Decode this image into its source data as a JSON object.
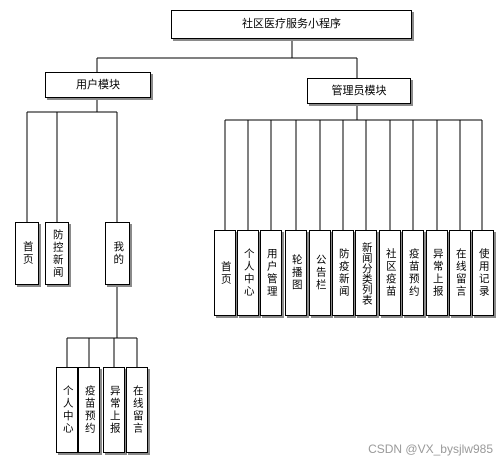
{
  "root": {
    "label": "社区医疗服务小程序"
  },
  "user_module": {
    "label": "用户模块",
    "children": [
      "首页",
      "防控新闻",
      "我的"
    ],
    "mine_children": [
      "个人中心",
      "疫苗预约",
      "异常上报",
      "在线留言"
    ]
  },
  "admin_module": {
    "label": "管理员模块",
    "children": [
      "首页",
      "个人中心",
      "用户管理",
      "轮播图",
      "公告栏",
      "防疫新闻",
      "新闻分类列表",
      "社区疫苗",
      "疫苗预约",
      "异常上报",
      "在线留言",
      "使用记录"
    ]
  },
  "watermark": "CSDN @VX_bysjlw985"
}
